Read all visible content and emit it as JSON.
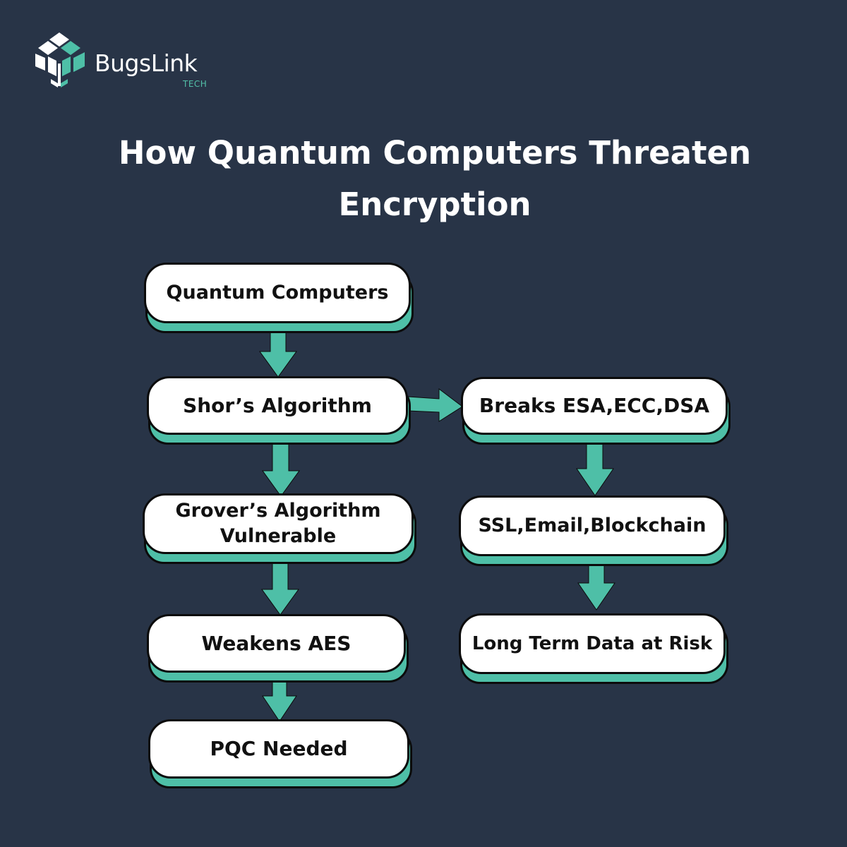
{
  "brand": {
    "name": "BugsLink",
    "sub": "TECH",
    "logo_icon": "bugslink-logo-icon"
  },
  "title": {
    "line1": "How Quantum Computers Threaten",
    "line2": "Encryption"
  },
  "nodes": {
    "quantum": "Quantum Computers",
    "shor": "Shor’s Algorithm",
    "grover_line1": "Grover’s Algorithm",
    "grover_line2": "Vulnerable",
    "aes": "Weakens AES",
    "pqc": "PQC Needed",
    "breaks": "Breaks ESA,ECC,DSA",
    "ssl": "SSL,Email,Blockchain",
    "risk": "Long Term Data at Risk"
  },
  "colors": {
    "background": "#283447",
    "accent": "#4ebfa7",
    "node_fill": "#ffffff",
    "outline": "#0b0b0b",
    "title": "#ffffff"
  }
}
